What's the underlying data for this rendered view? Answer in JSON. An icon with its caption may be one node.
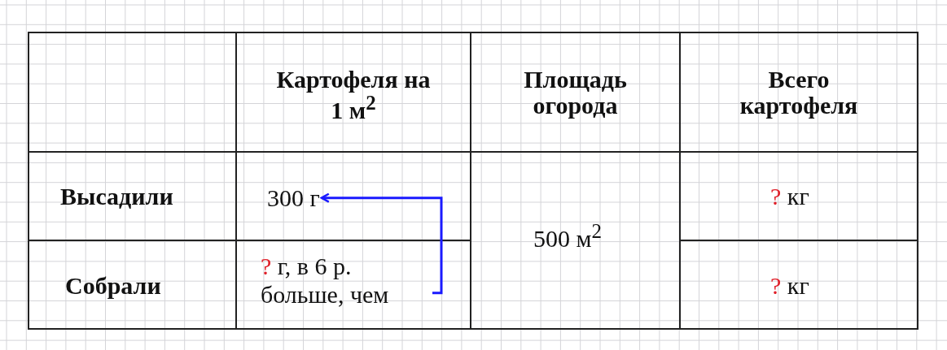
{
  "diagram": {
    "nodes": [
      {
        "text": [
          "300 г"
        ]
      },
      {
        "text": [
          "? г, в 6 р. больше, чем"
        ]
      }
    ],
    "edges": [
      {
        "from": 1,
        "to": 0,
        "arrow": "to",
        "color": "#1a1aff"
      }
    ],
    "labels": [
      "Картофеля на 1 м$^{2}$",
      "Площадь огорода",
      "Всего картофеля",
      "Высадили",
      "500 м$^{2}$",
      "? кг",
      "Собрали",
      "? кг"
    ]
  }
}
